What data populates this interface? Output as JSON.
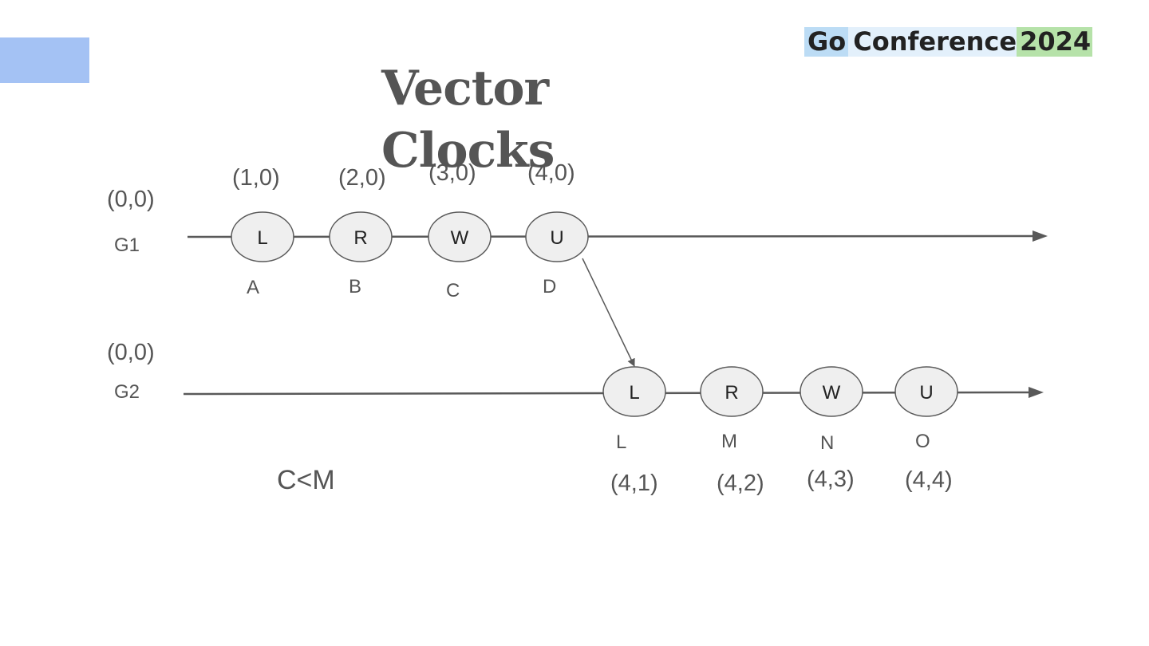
{
  "header": {
    "title": "Vector Clocks"
  },
  "logo": {
    "go": "Go",
    "conference": "Conference",
    "year": "2024"
  },
  "colors": {
    "accent": "#a4c2f4",
    "line": "#595959",
    "node_fill": "#efefef",
    "text": "#555555"
  },
  "timelines": [
    {
      "process": "G1",
      "initial_clock": "(0,0)",
      "events": [
        {
          "op": "L",
          "name": "A",
          "clock": "(1,0)"
        },
        {
          "op": "R",
          "name": "B",
          "clock": "(2,0)"
        },
        {
          "op": "W",
          "name": "C",
          "clock": "(3,0)"
        },
        {
          "op": "U",
          "name": "D",
          "clock": "(4,0)"
        }
      ]
    },
    {
      "process": "G2",
      "initial_clock": "(0,0)",
      "events": [
        {
          "op": "L",
          "name": "L",
          "clock": "(4,1)"
        },
        {
          "op": "R",
          "name": "M",
          "clock": "(4,2)"
        },
        {
          "op": "W",
          "name": "N",
          "clock": "(4,3)"
        },
        {
          "op": "U",
          "name": "O",
          "clock": "(4,4)"
        }
      ]
    }
  ],
  "relation": "C<M"
}
